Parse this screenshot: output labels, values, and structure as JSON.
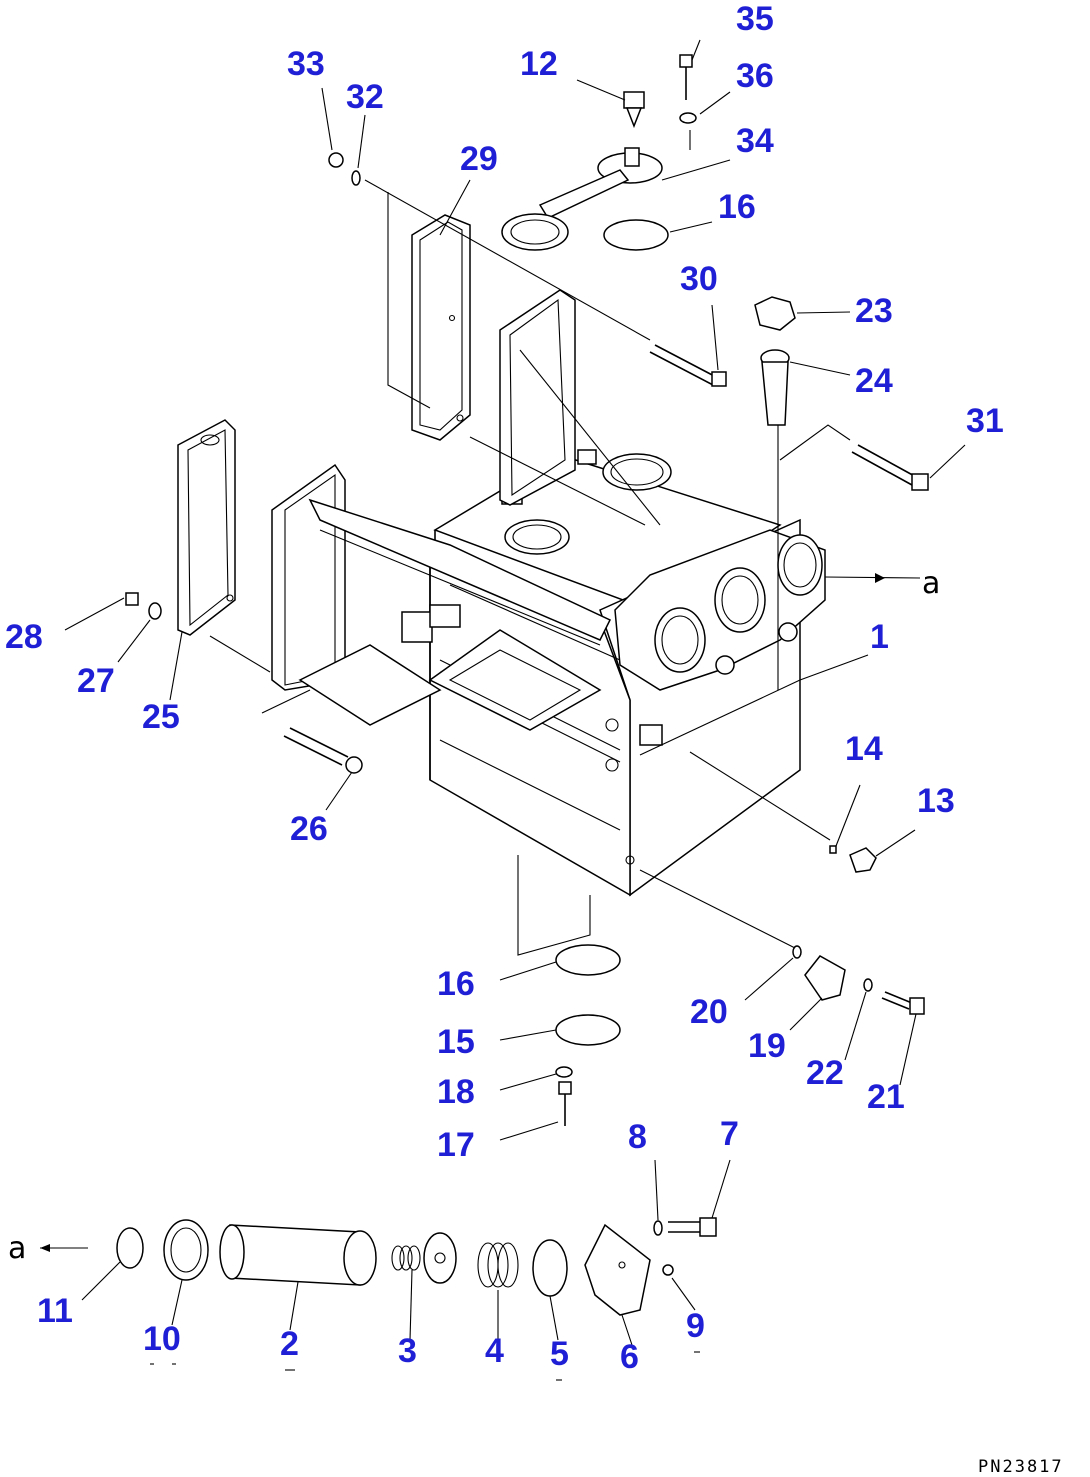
{
  "labels": {
    "p1": "1",
    "p2": "2",
    "p3": "3",
    "p4": "4",
    "p5": "5",
    "p6": "6",
    "p7": "7",
    "p8": "8",
    "p9": "9",
    "p10": "10",
    "p11": "11",
    "p12": "12",
    "p13": "13",
    "p14": "14",
    "p15": "15",
    "p16a": "16",
    "p16b": "16",
    "p17": "17",
    "p18": "18",
    "p19": "19",
    "p20": "20",
    "p21": "21",
    "p22": "22",
    "p23": "23",
    "p24": "24",
    "p25": "25",
    "p26": "26",
    "p27": "27",
    "p28": "28",
    "p29": "29",
    "p30": "30",
    "p31": "31",
    "p32": "32",
    "p33": "33",
    "p34": "34",
    "p35": "35",
    "p36": "36"
  },
  "arrow_ref_right": "a",
  "arrow_ref_left": "a",
  "drawing_code": "PN23817",
  "colors": {
    "label": "#1f1fd6",
    "line": "#000000"
  }
}
